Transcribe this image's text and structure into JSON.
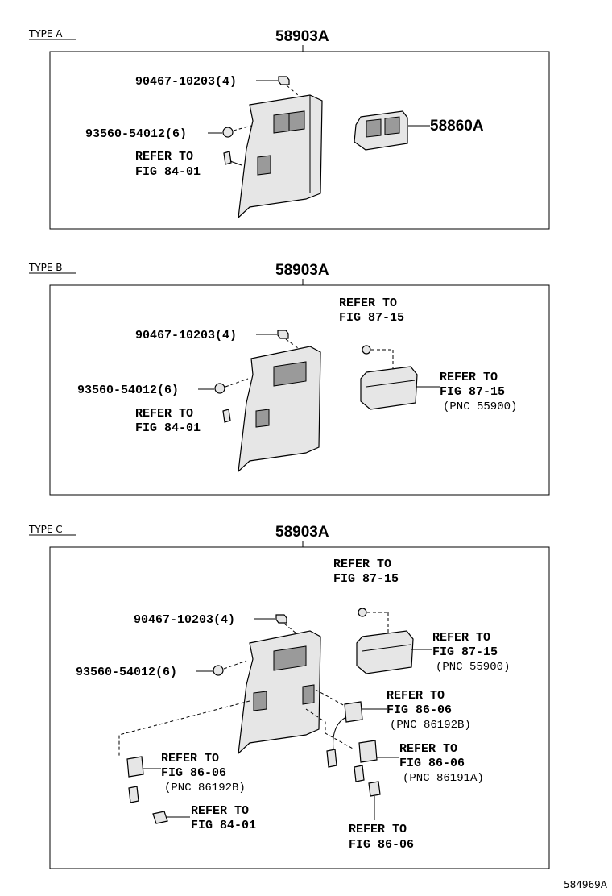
{
  "sections": [
    {
      "type_label": "TYPE A",
      "assembly": "58903A",
      "labels": {
        "clip": "90467-10203(4)",
        "screw": "93560-54012(6)",
        "ref1": "REFER TO",
        "ref2": "FIG 84-01",
        "vent": "58860A"
      }
    },
    {
      "type_label": "TYPE B",
      "assembly": "58903A",
      "labels": {
        "top_ref1": "REFER TO",
        "top_ref2": "FIG 87-15",
        "clip": "90467-10203(4)",
        "screw": "93560-54012(6)",
        "ref1": "REFER TO",
        "ref2": "FIG 84-01",
        "unit_ref1": "REFER TO",
        "unit_ref2": "FIG 87-15",
        "unit_pnc": "(PNC 55900)"
      }
    },
    {
      "type_label": "TYPE C",
      "assembly": "58903A",
      "labels": {
        "top_ref1": "REFER TO",
        "top_ref2": "FIG 87-15",
        "clip": "90467-10203(4)",
        "unit_ref1": "REFER TO",
        "unit_ref2": "FIG 87-15",
        "unit_pnc": "(PNC 55900)",
        "screw": "93560-54012(6)",
        "sw1_ref1": "REFER TO",
        "sw1_ref2": "FIG 86-06",
        "sw1_pnc": "(PNC 86192B)",
        "left_ref1": "REFER TO",
        "left_ref2": "FIG 86-06",
        "left_pnc": "(PNC 86192B)",
        "sw2_ref1": "REFER TO",
        "sw2_ref2": "FIG 86-06",
        "sw2_pnc": "(PNC 86191A)",
        "bottom_ref1": "REFER TO",
        "bottom_ref2": "FIG 84-01",
        "bulb_ref1": "REFER TO",
        "bulb_ref2": "FIG 86-06"
      }
    }
  ],
  "reference_code": "584969A"
}
